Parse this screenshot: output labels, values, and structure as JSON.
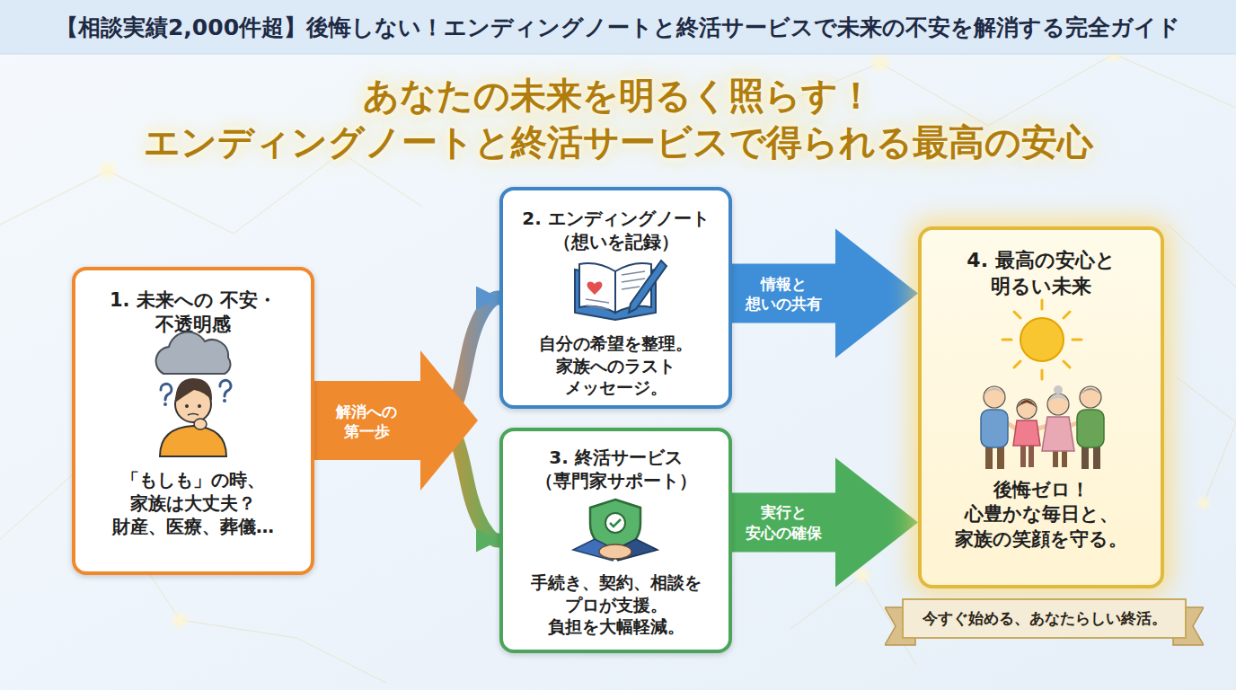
{
  "diagram": {
    "title": "【相談実績2,000件超】後悔しない！エンディングノートと終活サービスで未来の不安を解消する完全ガイド",
    "nodes": [
      {
        "text": [
          "1. 未来への 不安・不透明感",
          "「もしも」の時、 家族は大丈夫？ 財産、医療、葬儀…"
        ]
      },
      {
        "text": [
          "2. エンディングノート （想いを記録）",
          "自分の希望を整理。 家族へのラスト メッセージ。"
        ]
      },
      {
        "text": [
          "3. 終活サービス （専門家サポート）",
          "手続き、契約、相談を プロが支援。 負担を大幅軽減。"
        ]
      },
      {
        "text": [
          "4. 最高の安心と 明るい未来",
          "後悔ゼロ！ 心豊かな毎日と、 家族の笑顔を守る。"
        ]
      },
      {
        "text": [
          "今すぐ始める、あなたらしい終活。"
        ]
      }
    ],
    "edges": [
      {
        "from": 0,
        "to": 1,
        "label": "解消への 第一歩",
        "arrow": "to"
      },
      {
        "from": 0,
        "to": 2,
        "arrow": "to"
      },
      {
        "from": 1,
        "to": 3,
        "label": "情報と 想いの共有",
        "arrow": "to"
      },
      {
        "from": 2,
        "to": 3,
        "label": "実行と 安心の確保",
        "arrow": "to"
      }
    ],
    "labels": [
      "あなたの未来を明るく照らす！ エンディングノートと終活サービスで得られる最高の安心"
    ]
  }
}
